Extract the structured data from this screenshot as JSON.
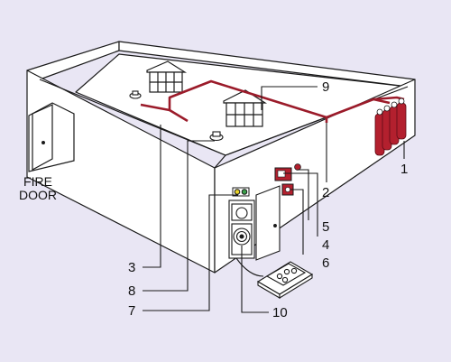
{
  "diagram": {
    "fire_door_label_line1": "FIRE",
    "fire_door_label_line2": "DOOR",
    "callouts": {
      "c1": "1",
      "c2": "2",
      "c3": "3",
      "c4": "4",
      "c5": "5",
      "c6": "6",
      "c7": "7",
      "c8": "8",
      "c9": "9",
      "c10": "10"
    },
    "colors": {
      "background": "#e9e6f4",
      "outline": "#1a1a1a",
      "pipe": "#9b1b2a",
      "cylinder": "#b3202e",
      "wall_fill": "#ffffff",
      "indicator_yellow": "#e8d22a",
      "indicator_green": "#3aa04a"
    }
  }
}
